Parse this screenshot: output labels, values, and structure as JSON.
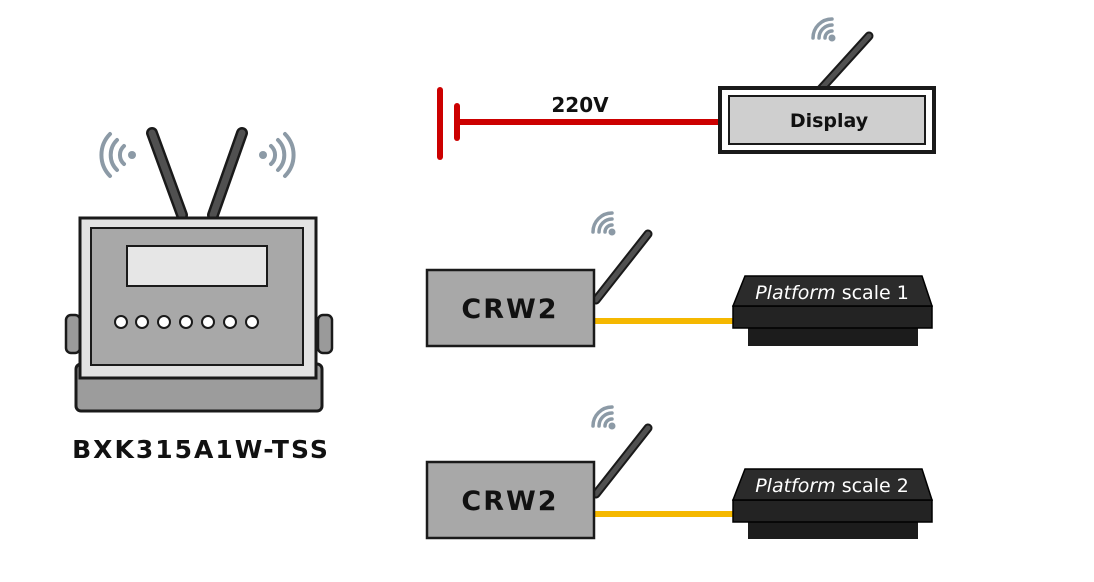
{
  "device": {
    "label": "BXK315A1W-TSS"
  },
  "power": {
    "voltage_label": "220V"
  },
  "display": {
    "label": "Display"
  },
  "channels": [
    {
      "transmitter_label": "CRW2",
      "scale_label_italic": "Platform",
      "scale_label_rest": " scale 1"
    },
    {
      "transmitter_label": "CRW2",
      "scale_label_italic": "Platform",
      "scale_label_rest": " scale 2"
    }
  ],
  "colors": {
    "power_line": "#cc0000",
    "signal_cable": "#f5b800",
    "device_body": "#a8a8a8",
    "wifi_wave": "#8c9aa6",
    "antenna": "#3a3a3a",
    "scale_body": "#232323"
  }
}
